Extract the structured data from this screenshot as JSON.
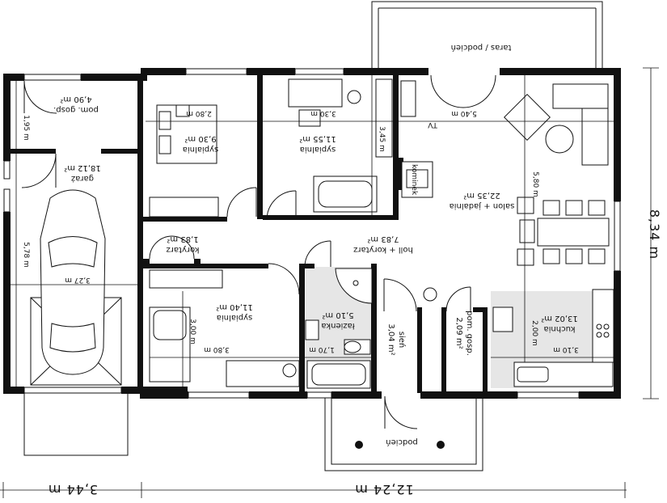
{
  "rooms": {
    "pom_gosp_top": {
      "name": "pom. gosp.",
      "area": "4,90 m²",
      "dim": "1,95 m"
    },
    "garaz": {
      "name": "garaż",
      "area": "18,12 m²",
      "dim_w": "3,27 m",
      "dim_h": "5,78 m"
    },
    "sypialnia_1": {
      "name": "sypialnia",
      "area": "9,30 m²",
      "dim": "2,80 m"
    },
    "sypialnia_2": {
      "name": "sypialnia",
      "area": "11,55 m²",
      "dim_w": "3,30 m",
      "dim_h": "3,45 m"
    },
    "korytarz": {
      "name": "korytarz",
      "area": "1,83 m²"
    },
    "holl": {
      "name": "holl + korytarz",
      "area": "7,83 m²"
    },
    "salon": {
      "name": "salon + jadalnia",
      "area": "22,35 m²",
      "dim_w": "5,40 m",
      "dim_h": "5,80 m"
    },
    "sypialnia_3": {
      "name": "sypialnia",
      "area": "11,40 m²",
      "dim_w": "3,80 m",
      "dim_h": "3,00 m"
    },
    "lazienka": {
      "name": "łazienka",
      "area": "5,10 m²",
      "dim": "1,70 m"
    },
    "sien": {
      "name": "sień",
      "area": "3,04 m²"
    },
    "pom_gosp_bottom": {
      "name": "pom. gosp.",
      "area": "2,09 m²"
    },
    "kuchnia": {
      "name": "kuchnia",
      "area": "13,02 m²",
      "dim_w": "3,10 m",
      "dim_h": "2,00 m"
    }
  },
  "labels": {
    "taras": "taras / podcień",
    "podcien": "podcień",
    "kominek": "kominek",
    "tv": "TV"
  },
  "overall": {
    "left": "3,44 m",
    "main": "12,24 m",
    "depth": "8,34 m"
  }
}
